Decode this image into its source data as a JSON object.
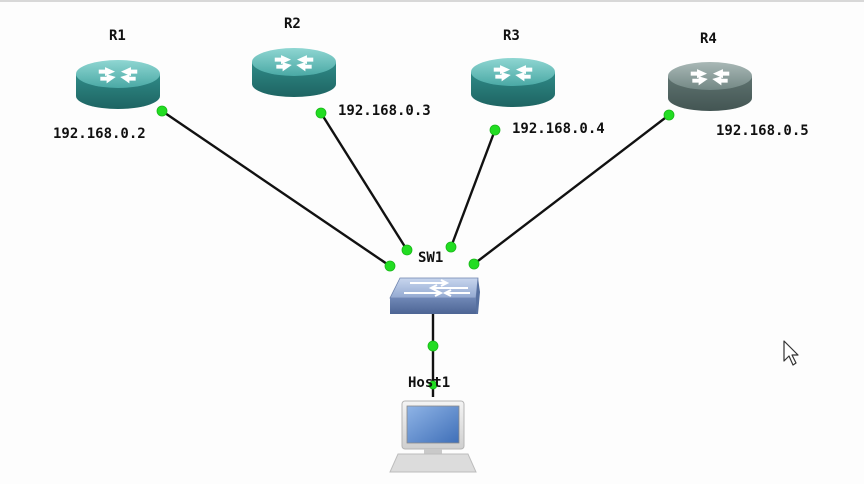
{
  "routers": [
    {
      "id": "R1",
      "name": "R1",
      "ip": "192.168.0.2",
      "color": "#3a9a97",
      "status": "active"
    },
    {
      "id": "R2",
      "name": "R2",
      "ip": "192.168.0.3",
      "color": "#3a9a97",
      "status": "active"
    },
    {
      "id": "R3",
      "name": "R3",
      "ip": "192.168.0.4",
      "color": "#3a9a97",
      "status": "active"
    },
    {
      "id": "R4",
      "name": "R4",
      "ip": "192.168.0.5",
      "color": "#6e8583",
      "status": "inactive"
    }
  ],
  "switch": {
    "name": "SW1",
    "color": "#7f96c2"
  },
  "host": {
    "name": "Host1",
    "color": "#e3e3e3"
  },
  "colors": {
    "link": "#111111",
    "port": "#22dd22",
    "router_inactive": "#6e8583"
  },
  "icons": {
    "router": "router-icon",
    "switch": "switch-icon",
    "host": "host-pc-icon",
    "cursor": "mouse-cursor-icon"
  }
}
